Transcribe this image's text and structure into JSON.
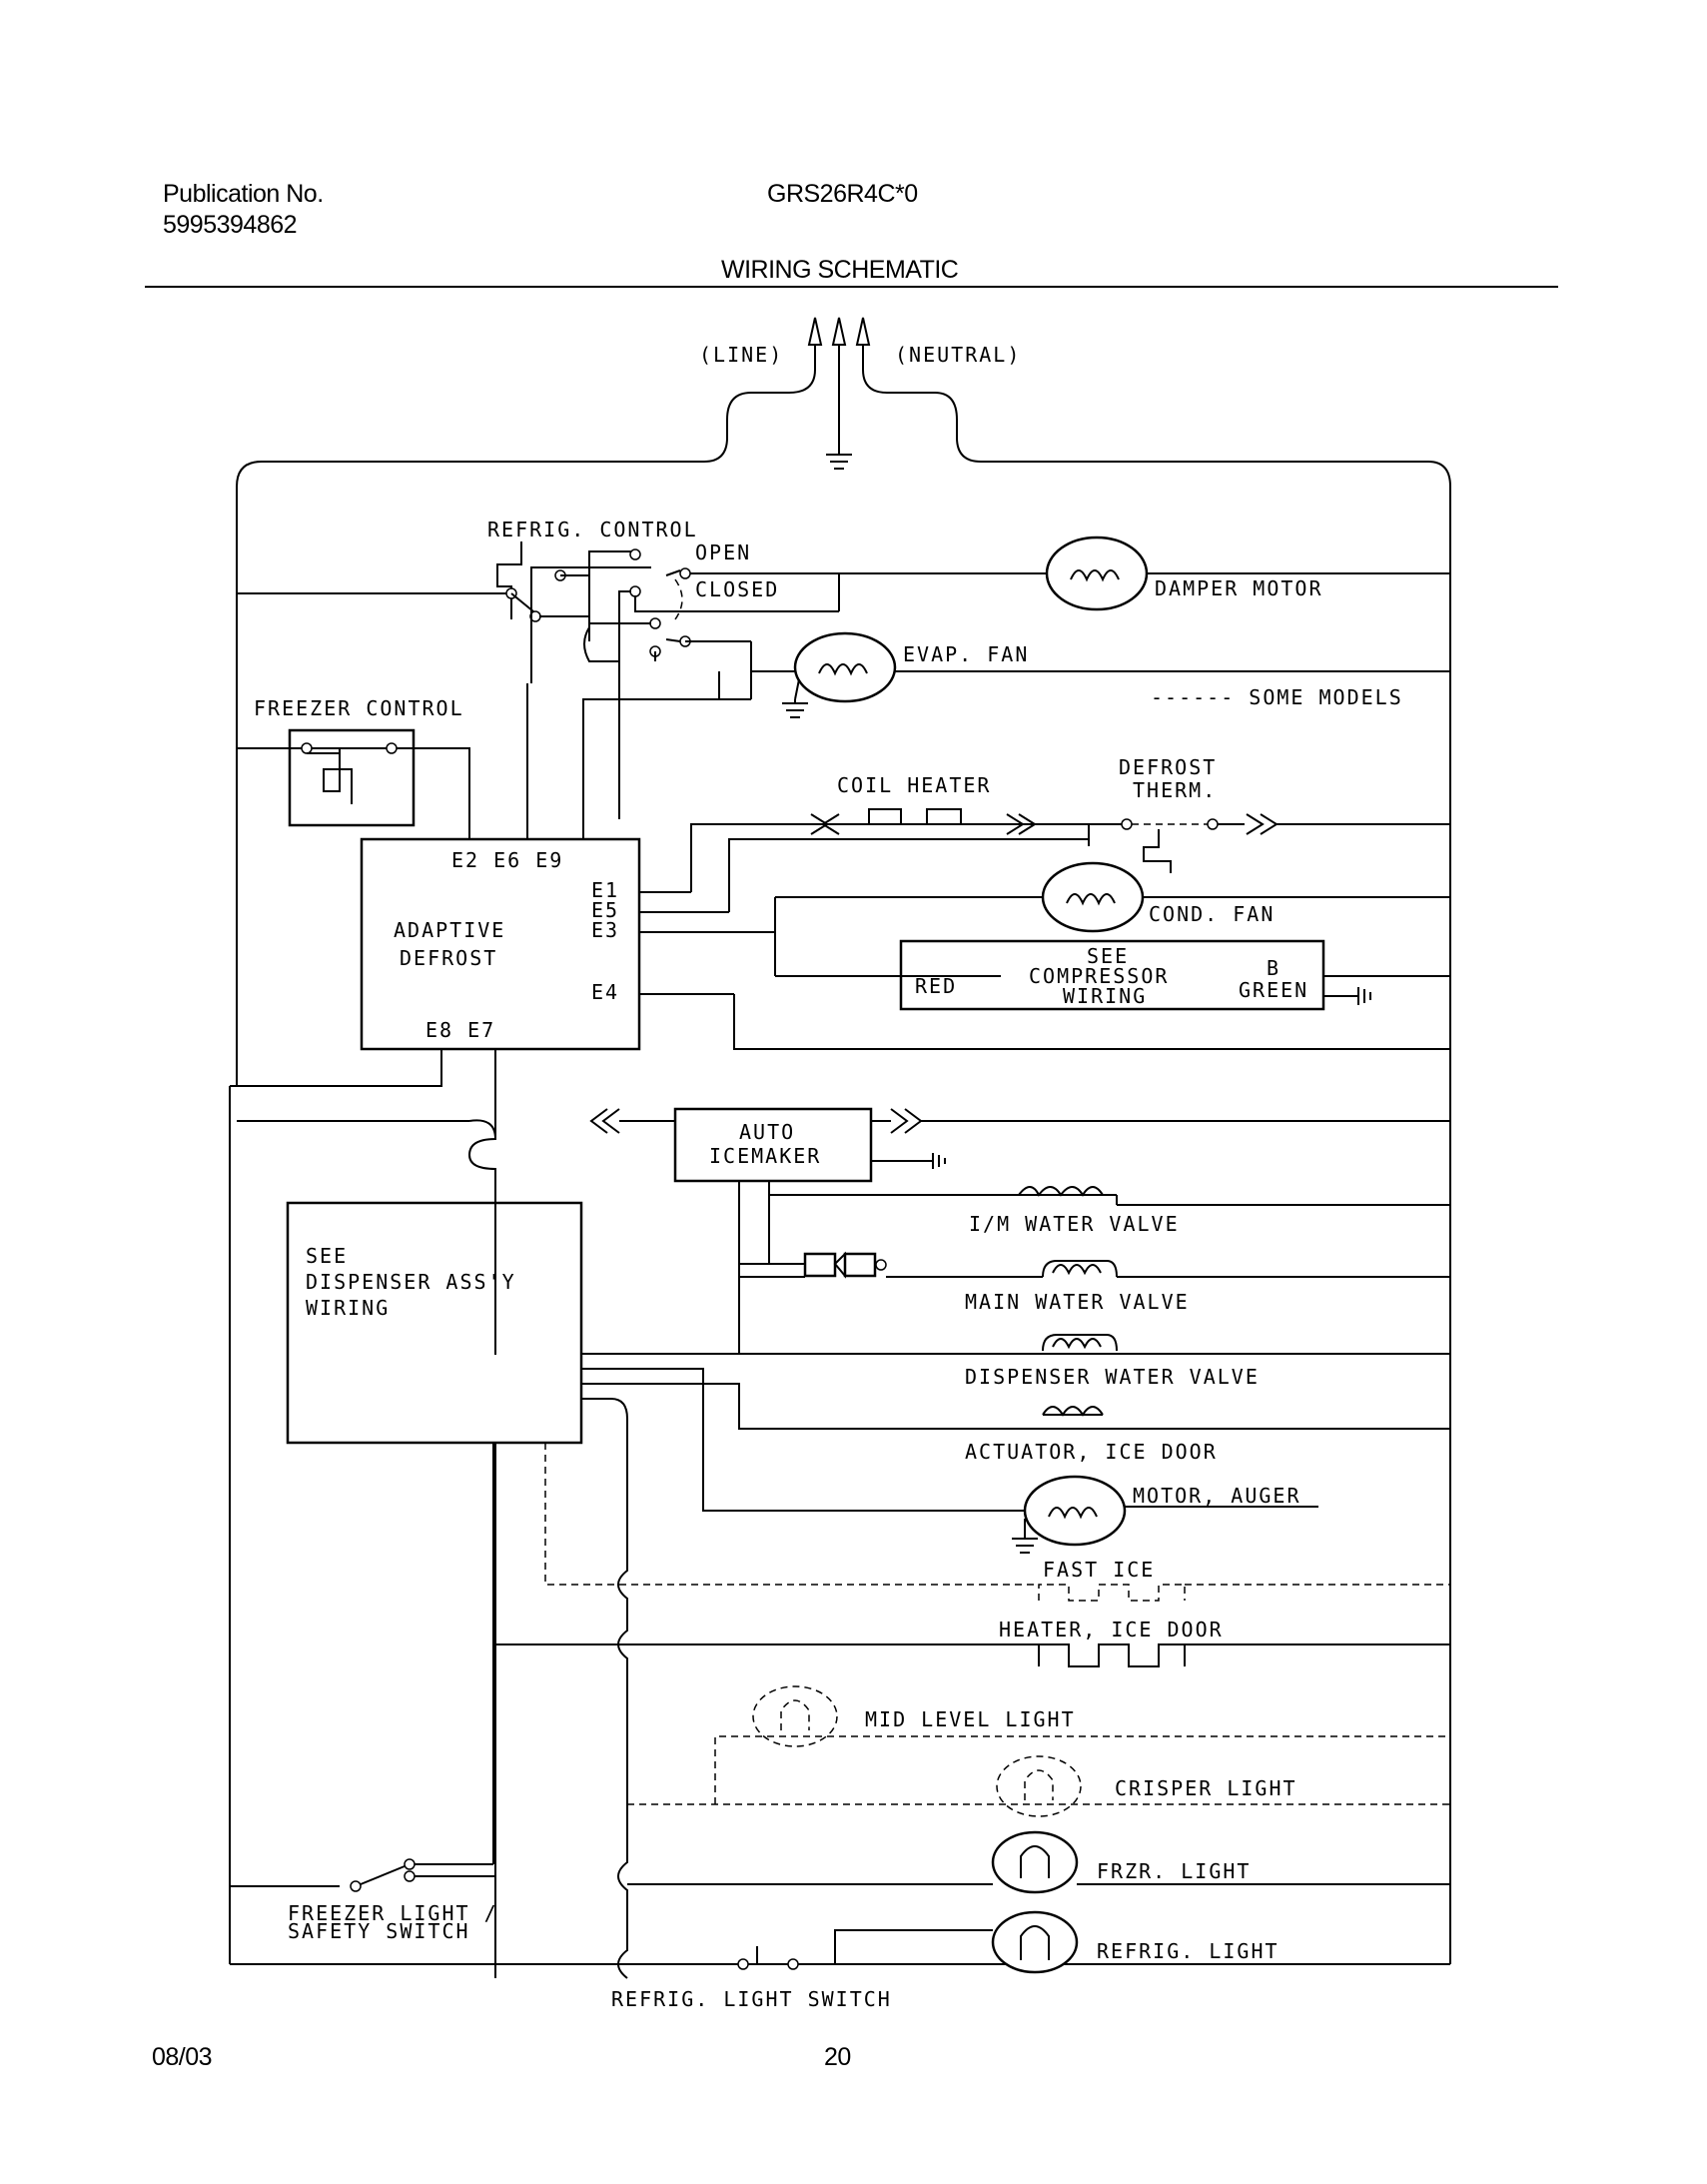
{
  "header": {
    "pub_label": "Publication No.",
    "pub_number": "5995394862",
    "model": "GRS26R4C*0",
    "section_title": "WIRING SCHEMATIC"
  },
  "footer": {
    "date": "08/03",
    "page_number": "20"
  },
  "power": {
    "line": "(LINE)",
    "neutral": "(NEUTRAL)"
  },
  "controls": {
    "refrig_control": "REFRIG. CONTROL",
    "open": "OPEN",
    "closed": "CLOSED",
    "freezer_control": "FREEZER CONTROL"
  },
  "adaptive_defrost": {
    "line1": "ADAPTIVE",
    "line2": "DEFROST",
    "top_terminals": "E2  E6  E9",
    "e1": "E1",
    "e5": "E5",
    "e3": "E3",
    "e4": "E4",
    "bottom_terminals": "E8  E7"
  },
  "components": {
    "damper_motor": "DAMPER MOTOR",
    "evap_fan": "EVAP. FAN",
    "some_models": "------ SOME MODELS",
    "coil_heater": "COIL HEATER",
    "defrost_therm_1": "DEFROST",
    "defrost_therm_2": "THERM.",
    "cond_fan": "COND. FAN",
    "see": "SEE",
    "compressor": "COMPRESSOR",
    "wiring": "WIRING",
    "red": "RED",
    "green": "GREEN",
    "b": "B",
    "auto": "AUTO",
    "icemaker": "ICEMAKER",
    "im_water_valve": "I/M WATER VALVE",
    "main_water_valve": "MAIN WATER VALVE",
    "dispenser_water_valve": "DISPENSER WATER VALVE",
    "actuator_ice_door": "ACTUATOR, ICE DOOR",
    "motor_auger": "MOTOR, AUGER",
    "fast_ice": "FAST ICE",
    "heater_ice_door": "HEATER, ICE DOOR",
    "mid_level_light": "MID LEVEL LIGHT",
    "crisper_light": "CRISPER LIGHT",
    "frzr_light": "FRZR. LIGHT",
    "refrig_light": "REFRIG. LIGHT"
  },
  "dispenser": {
    "line1": "SEE",
    "line2": "DISPENSER ASS'Y",
    "line3": "WIRING"
  },
  "switches": {
    "freezer_light_1": "FREEZER LIGHT /",
    "freezer_light_2": "SAFETY SWITCH",
    "refrig_light_switch": "REFRIG. LIGHT SWITCH"
  }
}
